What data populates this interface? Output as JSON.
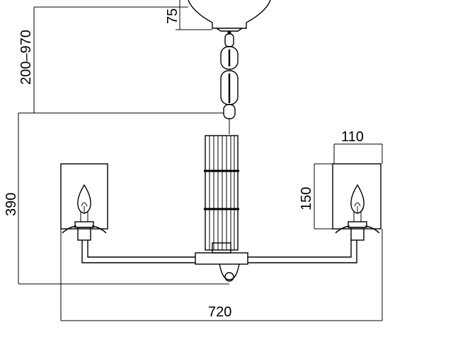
{
  "dimensions": {
    "canopy_height": "75",
    "chain_range": "200–970",
    "body_height": "390",
    "shade_width": "110",
    "shade_height": "150",
    "total_width": "720"
  }
}
